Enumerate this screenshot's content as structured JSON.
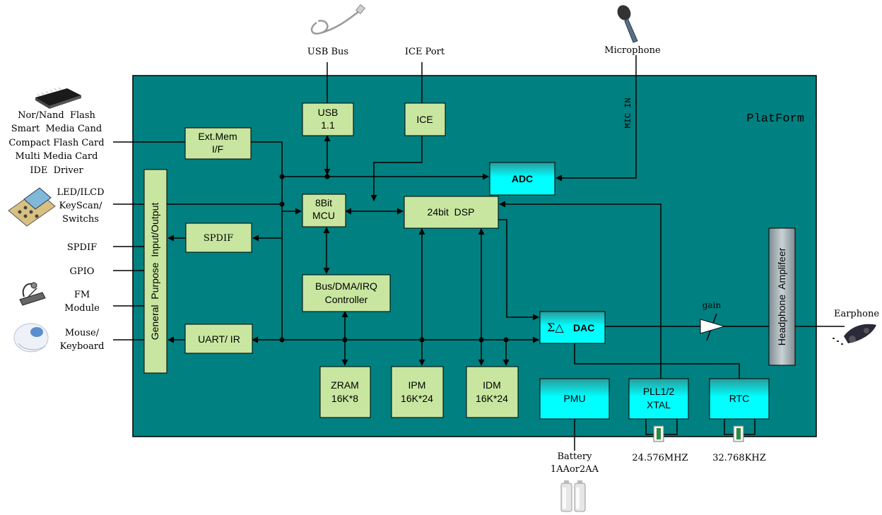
{
  "platform_label": "PlatForm",
  "mic_in_label": "MIC IN",
  "external": {
    "usb_bus": "USB Bus",
    "ice_port": "ICE Port",
    "microphone": "Microphone",
    "flash": [
      "Nor/Nand  Flash",
      "Smart  Media Cand",
      "Compact Flash Card",
      "Multi Media Card",
      "IDE  Driver"
    ],
    "led": [
      "LED/ILCD",
      "KeyScan/",
      "Switchs"
    ],
    "spdif": "SPDIF",
    "gpio": "GPIO",
    "fm": [
      "FM",
      "Module"
    ],
    "mouse": [
      "Mouse/",
      "Keyboard"
    ],
    "earphone": "Earphone",
    "battery": [
      "Battery",
      "1AAor2AA"
    ],
    "xtal1": "24.576MHZ",
    "xtal2": "32.768KHZ"
  },
  "blocks": {
    "usb": [
      "USB",
      "1.1"
    ],
    "ice": "ICE",
    "ext_mem": [
      "Ext.Mem",
      "I/F"
    ],
    "adc": "ADC",
    "mcu": [
      "8Bit",
      "MCU"
    ],
    "dsp": "24bit  DSP",
    "spdif": "SPDIF",
    "gpio_block": "General  Purpose  Input/Output",
    "bus_ctrl": [
      "Bus/DMA/IRQ",
      "Controller"
    ],
    "uart": "UART/ IR",
    "dac_sigma": "Σ△",
    "dac_label": "DAC",
    "zram": [
      "ZRAM",
      "16K*8"
    ],
    "ipm": [
      "IPM",
      "16K*24"
    ],
    "idm": [
      "IDM",
      "16K*24"
    ],
    "pmu": "PMU",
    "pll": [
      "PLL1/2",
      "XTAL"
    ],
    "rtc": "RTC",
    "headphone_amp": "Headphone  Amplifeer",
    "gain": "gain"
  },
  "colors": {
    "platform": "#008080",
    "block_green": "#c8e6a0",
    "cyan": "#00ffff",
    "amp_gray": "#a9b4b9"
  },
  "icons": [
    "usb-cable-icon",
    "microphone-icon",
    "flash-chip-icon",
    "keypad-icon",
    "fm-module-icon",
    "mouse-icon",
    "earphone-icon",
    "battery-icon",
    "crystal-icon"
  ]
}
